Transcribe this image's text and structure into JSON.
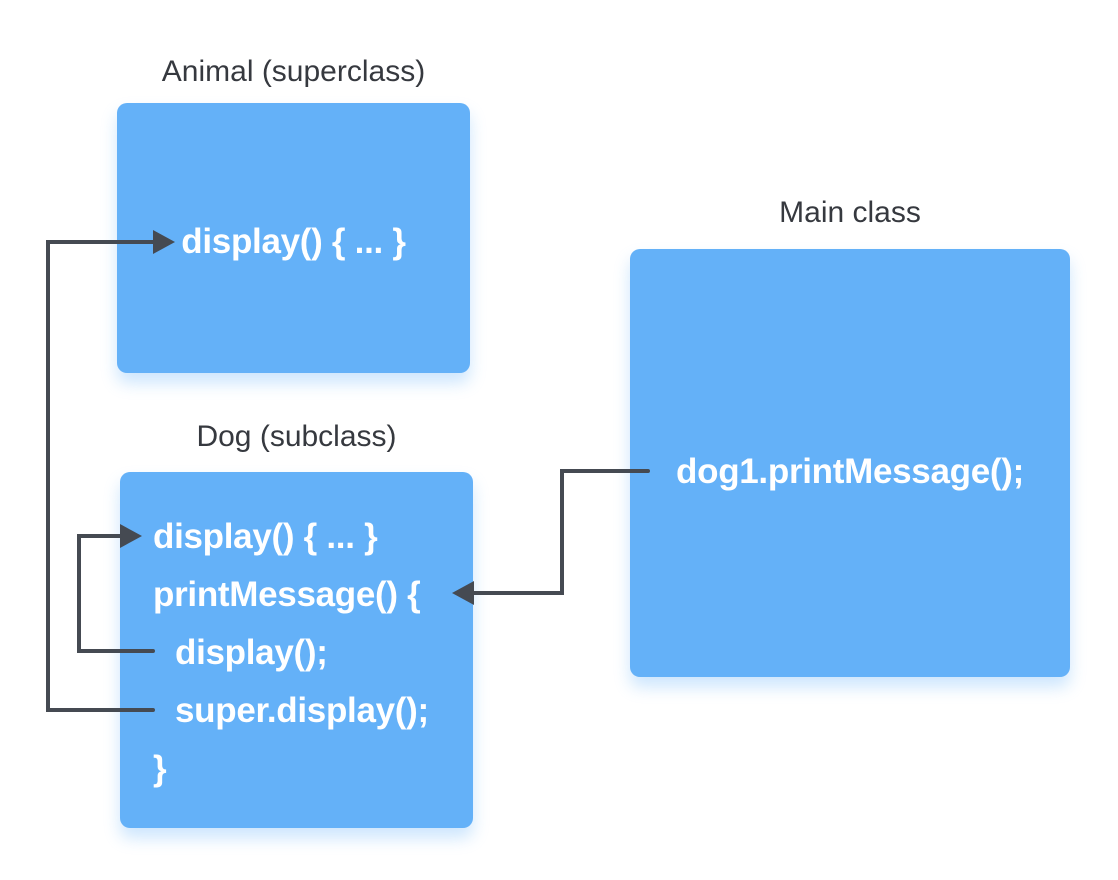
{
  "colors": {
    "background": "#ffffff",
    "box_fill": "#64b1f8",
    "arrow": "#454a52",
    "label_text": "#36393f",
    "code_text": "#ffffff"
  },
  "animal": {
    "label": "Animal (superclass)",
    "code_lines": [
      "display() { ... }"
    ]
  },
  "dog": {
    "label": "Dog (subclass)",
    "code_lines": [
      "display() { ... }",
      "printMessage() {",
      "display();",
      "super.display();",
      "}"
    ]
  },
  "main": {
    "label": "Main class",
    "code_lines": [
      "dog1.printMessage();"
    ]
  },
  "arrows": [
    {
      "name": "printmessage-call-arrow",
      "from": "dog1.printMessage(); in Main class",
      "to": "printMessage() { in Dog (subclass)"
    },
    {
      "name": "display-call-arrow",
      "from": "display(); inside printMessage() body in Dog (subclass)",
      "to": "display() { ... } in Dog (subclass)"
    },
    {
      "name": "super-display-call-arrow",
      "from": "super.display(); inside printMessage() body in Dog (subclass)",
      "to": "display() { ... } in Animal (superclass)"
    }
  ]
}
